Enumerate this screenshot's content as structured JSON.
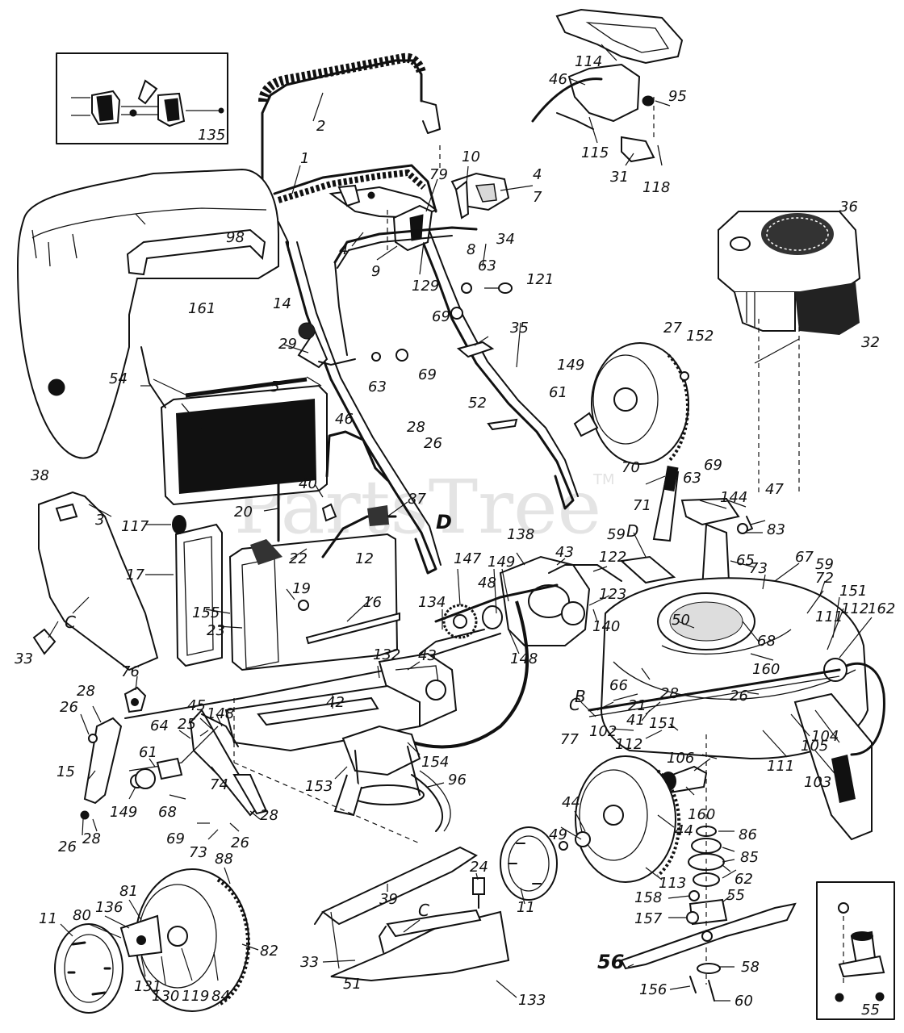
{
  "watermark": {
    "text": "PartsTree",
    "trademark": "TM"
  },
  "inset_labels": {
    "top_left": "135",
    "bottom_right": "55"
  },
  "labels": {
    "l2": "2",
    "l1": "1",
    "l14": "14",
    "l98": "98",
    "l29": "29",
    "l161": "161",
    "l54": "54",
    "l5": "5",
    "l79": "79",
    "l10": "10",
    "l4a": "4",
    "l4b": "4",
    "l7": "7",
    "l8": "8",
    "l34": "34",
    "l9": "9",
    "l129": "129",
    "l114": "114",
    "l46a": "46",
    "l95": "95",
    "l115": "115",
    "l31": "31",
    "l118": "118",
    "l36": "36",
    "l32": "32",
    "l121": "121",
    "l63a": "63",
    "l69a": "69",
    "l63b": "63",
    "l69b": "69",
    "l35": "35",
    "l52": "52",
    "l27": "27",
    "l152": "152",
    "l149a": "149",
    "l61a": "61",
    "l38": "38",
    "l3": "3",
    "l117": "117",
    "l17": "17",
    "l33a": "33",
    "lCa": "C",
    "l46b": "46",
    "l28a": "28",
    "l26a": "26",
    "l40": "40",
    "l20": "20",
    "l87": "87",
    "lDa": "D",
    "l12": "12",
    "l22": "22",
    "l19": "19",
    "l155": "155",
    "l23": "23",
    "l16": "16",
    "l70": "70",
    "l63c": "63",
    "l69c": "69",
    "l71": "71",
    "lDb": "D",
    "l144": "144",
    "l47": "47",
    "l83": "83",
    "l59a": "59",
    "l65": "65",
    "l73a": "73",
    "l67": "67",
    "l72": "72",
    "l59b": "59",
    "l151a": "151",
    "l111a": "111",
    "l112a": "112",
    "l162": "162",
    "l138": "138",
    "l43a": "43",
    "l122": "122",
    "l147": "147",
    "l48": "48",
    "l149b": "149",
    "l134": "134",
    "l123": "123",
    "l140": "140",
    "l148a": "148",
    "l132": "132",
    "l43b": "43",
    "l42": "42",
    "l50": "50",
    "l68a": "68",
    "l160a": "160",
    "l66": "66",
    "lB": "B",
    "l28b": "28",
    "l21": "21",
    "l26b": "26",
    "lCb": "C",
    "l77": "77",
    "l41": "41",
    "l151b": "151",
    "l102": "102",
    "l112b": "112",
    "l105": "105",
    "l104": "104",
    "l111b": "111",
    "l103": "103",
    "l76": "76",
    "l28c": "28",
    "l26c": "26",
    "l45": "45",
    "l148b": "148",
    "l64": "64",
    "l25": "25",
    "l15": "15",
    "l61b": "61",
    "l74": "74",
    "l149c": "149",
    "l68b": "68",
    "l26d": "26",
    "l28d": "28",
    "l69d": "69",
    "l73b": "73",
    "l26e": "26",
    "l28e": "28",
    "l88": "88",
    "l153": "153",
    "l154": "154",
    "l96": "96",
    "l106": "106",
    "l160b": "160",
    "l49": "49",
    "l44a": "44",
    "l44b": "44",
    "l86": "86",
    "l85": "85",
    "l62": "62",
    "l113": "113",
    "l11a": "11",
    "l24": "24",
    "l55a": "55",
    "l158": "158",
    "l157": "157",
    "l39": "39",
    "l51": "51",
    "lCc": "C",
    "l56": "56",
    "l58": "58",
    "l156": "156",
    "l60": "60",
    "l11b": "11",
    "l80": "80",
    "l136": "136",
    "l81": "81",
    "l82": "82",
    "l33b": "33",
    "l131": "131",
    "l130": "130",
    "l119": "119",
    "l84": "84",
    "l133": "133"
  }
}
